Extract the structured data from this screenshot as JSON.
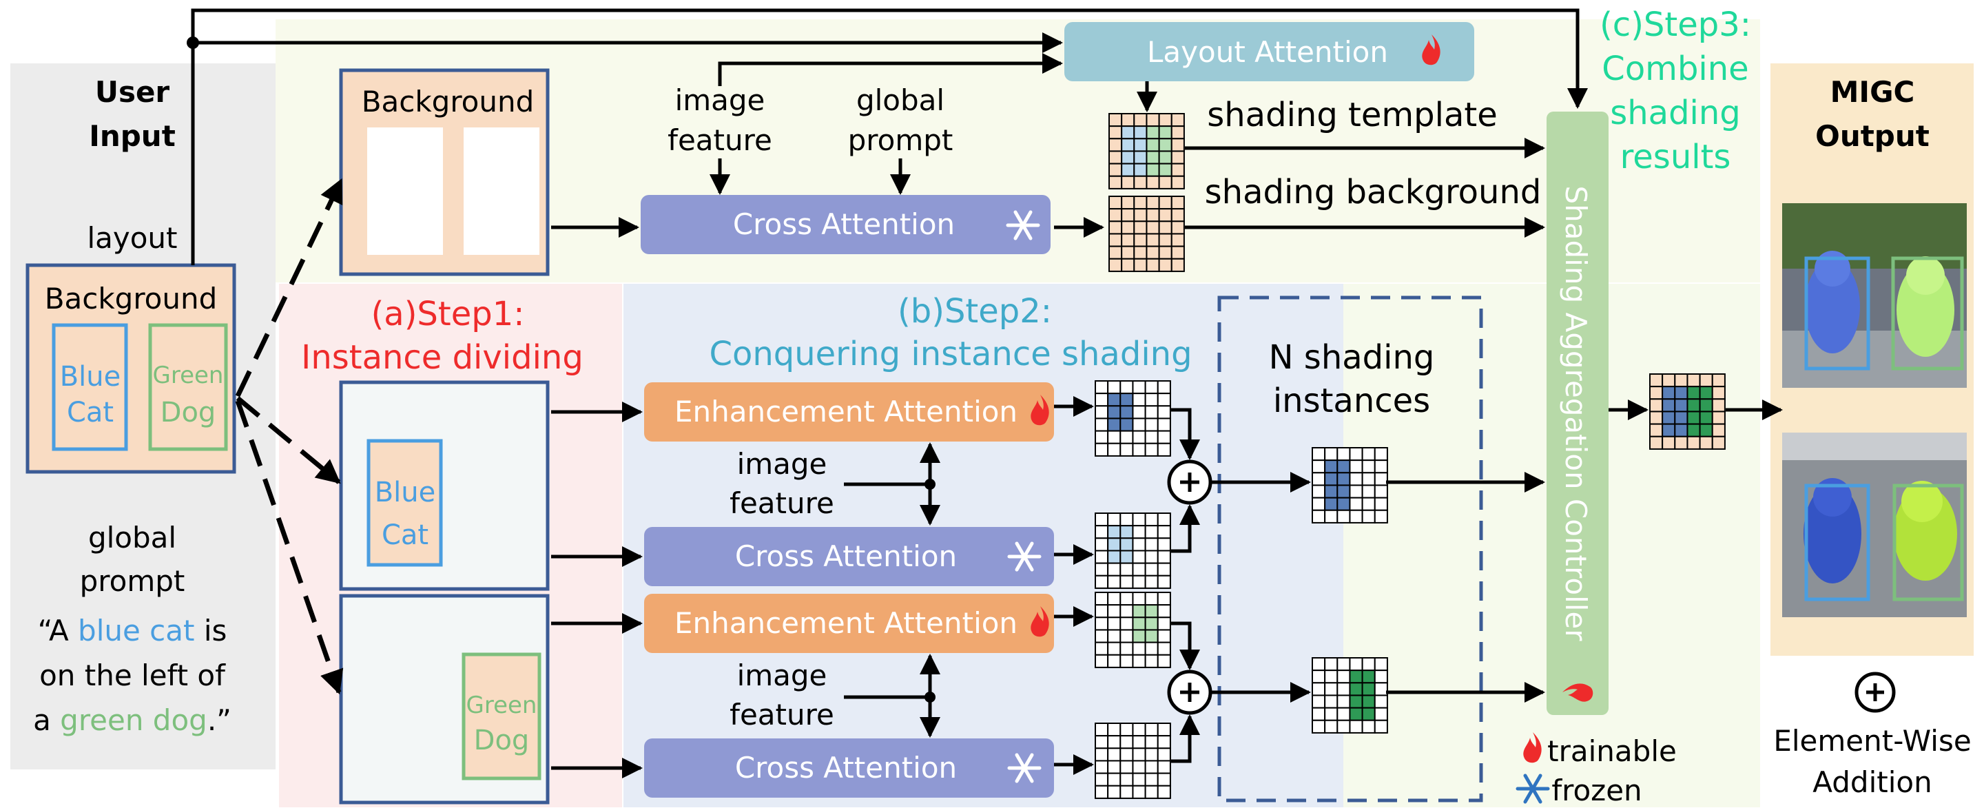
{
  "user_input": {
    "title_line1": "User",
    "title_line2": "Input",
    "layout_label": "layout",
    "background_label": "Background",
    "blue_cat": [
      "Blue",
      "Cat"
    ],
    "green_dog": [
      "Green",
      "Dog"
    ],
    "global_prompt_line1": "global",
    "global_prompt_line2": "prompt",
    "prompt_open": "“A ",
    "prompt_blue": "blue cat",
    "prompt_is": " is",
    "prompt_line2": "on the left of",
    "prompt_a": "a ",
    "prompt_green": "green dog",
    "prompt_close": ".”"
  },
  "step1": {
    "title": "(a)Step1:",
    "subtitle": "Instance dividing"
  },
  "step2": {
    "title": "(b)Step2:",
    "subtitle": "Conquering instance shading"
  },
  "step3": {
    "line1": "(c)Step3:",
    "line2": "Combine",
    "line3": "shading",
    "line4": "results"
  },
  "background_panel": {
    "label": "Background"
  },
  "instance_panel_1": {
    "label": [
      "Blue",
      "Cat"
    ]
  },
  "instance_panel_2": {
    "label": [
      "Green",
      "Dog"
    ]
  },
  "top_branch": {
    "image_feature": [
      "image",
      "feature"
    ],
    "global_prompt": [
      "global",
      "prompt"
    ],
    "cross_attention": "Cross Attention",
    "layout_attention": "Layout Attention",
    "shading_template": "shading template",
    "shading_background": "shading background"
  },
  "instance_branch_1": {
    "enhancement_attention": "Enhancement Attention",
    "image_feature": [
      "image",
      "feature"
    ],
    "cross_attention": "Cross Attention"
  },
  "instance_branch_2": {
    "enhancement_attention": "Enhancement Attention",
    "image_feature": [
      "image",
      "feature"
    ],
    "cross_attention": "Cross Attention"
  },
  "n_shading_instances": [
    "N shading",
    "instances"
  ],
  "controller": {
    "label": "Shading  Aggregation Controller"
  },
  "output": {
    "title_line1": "MIGC",
    "title_line2": "Output"
  },
  "legend": {
    "trainable": "trainable",
    "frozen": "frozen",
    "plus": "+",
    "addition_line1": "Element-Wise",
    "addition_line2": "Addition"
  },
  "colors": {
    "attention_purple": "#8f99d3",
    "enhancement_orange": "#f0a870",
    "layout_blue": "#9ccad6",
    "controller_green": "#b7d9a8",
    "step1_red": "#ee2b2b",
    "step2_blue": "#3fa9c9",
    "step3_green": "#1fd89a",
    "cat_blue": "#4a9ee0",
    "dog_green": "#7dbf7d",
    "panel_border": "#3b5b95"
  }
}
